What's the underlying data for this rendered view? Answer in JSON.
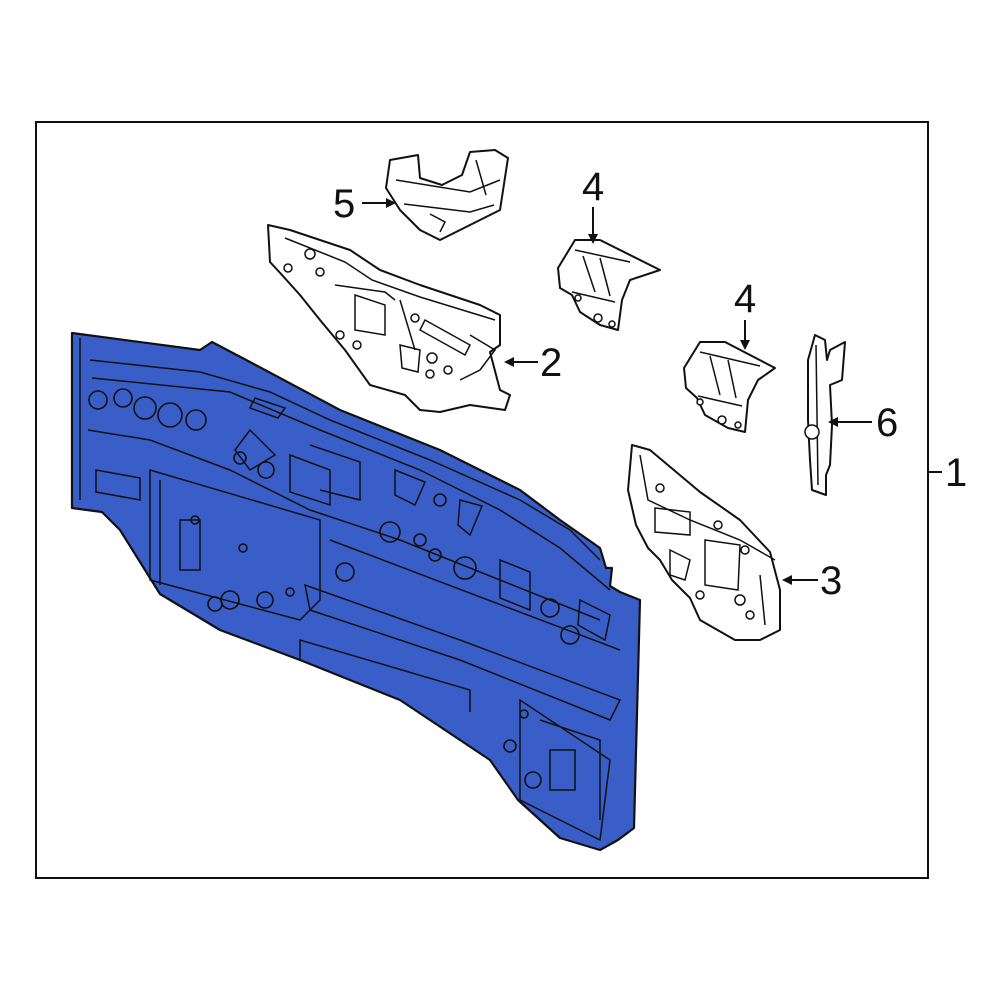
{
  "diagram": {
    "highlight_color": "#3a5ec8",
    "callouts": [
      {
        "id": "1",
        "text": "1"
      },
      {
        "id": "2",
        "text": "2"
      },
      {
        "id": "3",
        "text": "3"
      },
      {
        "id": "4a",
        "text": "4"
      },
      {
        "id": "4b",
        "text": "4"
      },
      {
        "id": "5",
        "text": "5"
      },
      {
        "id": "6",
        "text": "6"
      }
    ]
  }
}
